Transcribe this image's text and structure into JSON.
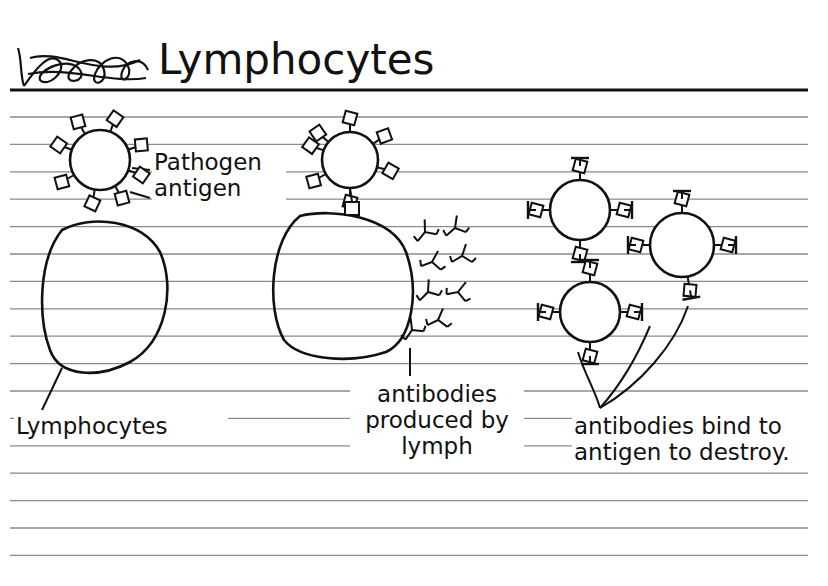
{
  "diagram": {
    "title": "Lymphocytes",
    "labels": [
      "Pathogen antigen",
      "Lymphocytes",
      "antibodies produced by lymph",
      "antibodies bind to antigen to destroy."
    ]
  }
}
